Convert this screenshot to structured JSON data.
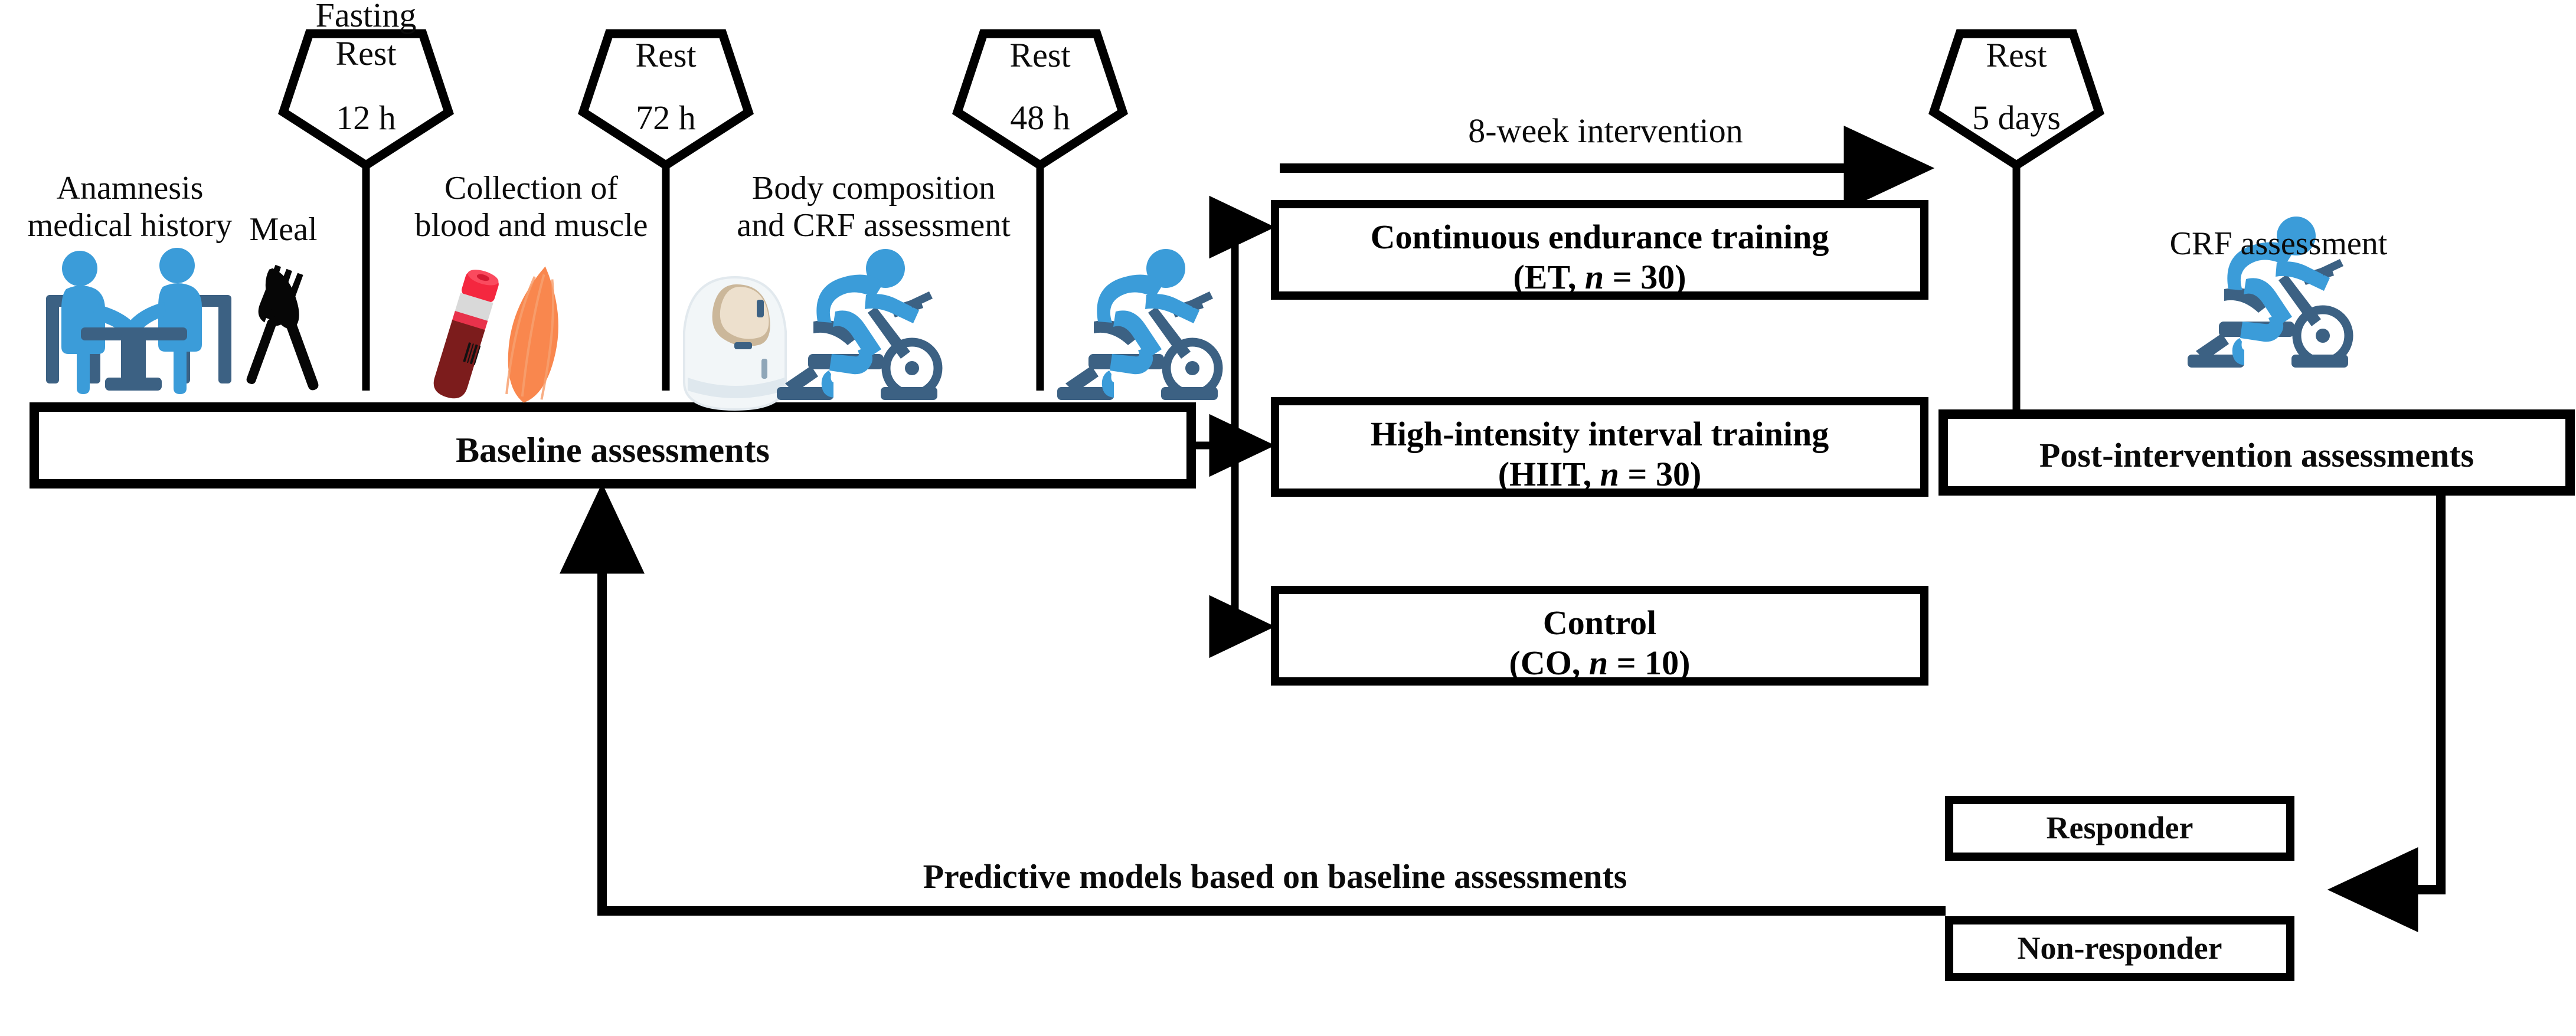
{
  "figure": {
    "type": "study-design-flowchart",
    "title_text_present": false
  },
  "timeline": {
    "segments": [
      {
        "id": "anamnesis",
        "label": "Anamnesis\nmedical history",
        "icon": "consultation-icon"
      },
      {
        "id": "meal",
        "label": "Meal",
        "icon": "fork-knife-icon"
      },
      {
        "id": "blood-muscle",
        "label": "Collection of\nblood and muscle",
        "icon": "blood-tube-icon + muscle-icon"
      },
      {
        "id": "body-crf",
        "label": "Body composition\nand CRF assessment",
        "icon": "bodpod-icon + cyclist-icon"
      },
      {
        "id": "crf-repeat",
        "label": "",
        "icon": "cyclist-icon"
      }
    ],
    "markers": [
      {
        "id": "marker-12h",
        "top_label": "Fasting\nRest",
        "value": "12 h"
      },
      {
        "id": "marker-72h",
        "top_label": "Rest",
        "value": "72 h"
      },
      {
        "id": "marker-48h",
        "top_label": "Rest",
        "value": "48 h"
      },
      {
        "id": "marker-5days",
        "top_label": "Rest",
        "value": "5 days"
      }
    ]
  },
  "boxes": {
    "baseline": "Baseline assessments",
    "et_line1": "Continuous endurance training",
    "et_line2_pre": "(ET, ",
    "et_line2_ital": "n",
    "et_line2_post": " = 30)",
    "hiit_line1": "High-intensity interval training",
    "hiit_line2_pre": "(HIIT, ",
    "hiit_line2_ital": "n",
    "hiit_line2_post": " = 30)",
    "co_line1": "Control",
    "co_line2_pre": "(CO, ",
    "co_line2_ital": "n",
    "co_line2_post": " = 10)",
    "post": "Post-intervention assessments",
    "responder": "Responder",
    "non_responder": "Non-responder"
  },
  "arrows": {
    "intervention_label": "8-week intervention",
    "feedback_label": "Predictive models based on baseline assessments"
  },
  "side_labels": {
    "crf_assessment": "CRF assessment"
  },
  "colors": {
    "stroke": "#000000",
    "text": "#0b0b0b",
    "icon_blue_light": "#3b9cd9",
    "icon_blue_dark": "#3c6183",
    "blood_dark": "#7c1c1c",
    "blood_cap": "#f4273f",
    "blood_band": "#d9d9d9",
    "muscle": "#f9874e",
    "bodpod": "#f2f6f8",
    "background": "#ffffff"
  }
}
